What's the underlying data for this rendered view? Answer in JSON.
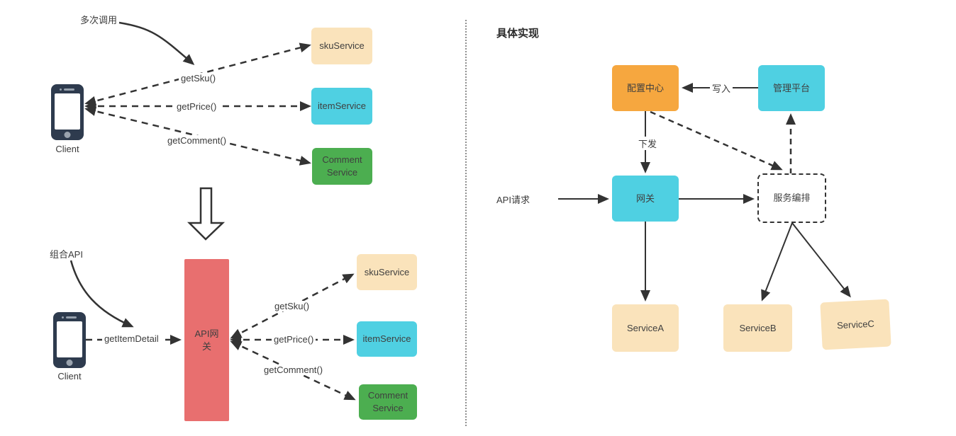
{
  "colors": {
    "peach": "#FAE3BB",
    "cyan": "#4FD0E2",
    "green": "#4CAE50",
    "red": "#E86F6F",
    "orange": "#F6A73F",
    "ink": "#333333"
  },
  "left_top": {
    "annotation": "多次调用",
    "client": "Client",
    "call_labels": [
      "getSku()",
      "getPrice()",
      "getComment()"
    ],
    "services": [
      "skuService",
      "itemService",
      "Comment Service"
    ]
  },
  "left_bottom": {
    "annotation": "组合API",
    "client": "Client",
    "request_label": "getItemDetail",
    "gateway": "API网关",
    "call_labels": [
      "getSku()",
      "getPrice()",
      "getComment()"
    ],
    "services": [
      "skuService",
      "itemService",
      "Comment Service"
    ]
  },
  "right": {
    "title": "具体实现",
    "api_request": "API请求",
    "config_center": "配置中心",
    "admin_platform": "管理平台",
    "gateway": "网关",
    "orchestration": "服务编排",
    "write_label": "写入",
    "dispatch_label": "下发",
    "services": [
      "ServiceA",
      "ServiceB",
      "ServiceC"
    ]
  }
}
